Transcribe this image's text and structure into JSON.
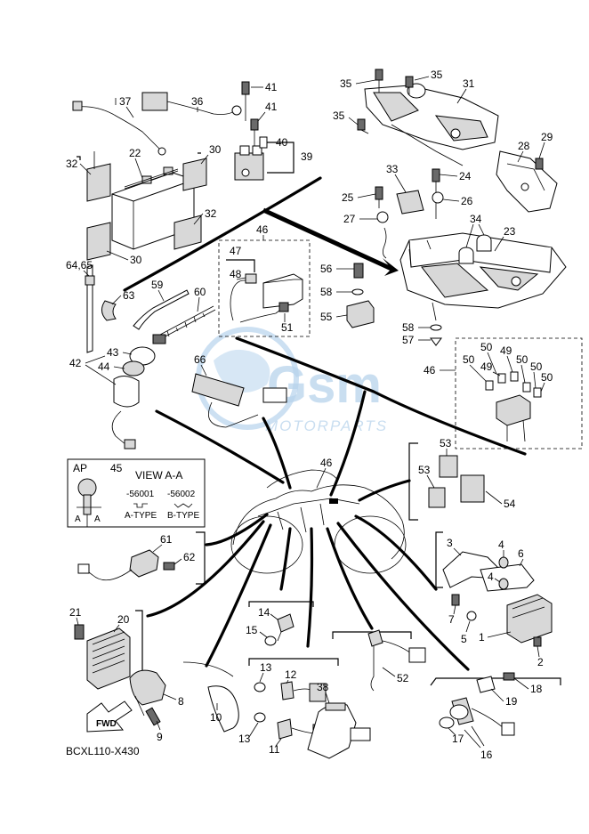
{
  "diagram_code": "BCXL110-X430",
  "fwd_label": "FWD",
  "watermark": {
    "brand": "Gsm",
    "sub": "MOTORPARTS"
  },
  "view_box": {
    "ap_label": "AP",
    "part": "45",
    "title": "VIEW A-A",
    "code_a": "-56001",
    "code_b": "-56002",
    "type_a": "A-TYPE",
    "type_b": "B-TYPE",
    "letter_a1": "A",
    "letter_a2": "A"
  },
  "callouts": {
    "c1": "1",
    "c2": "2",
    "c3": "3",
    "c4a": "4",
    "c4b": "4",
    "c5": "5",
    "c6": "6",
    "c7": "7",
    "c8": "8",
    "c9": "9",
    "c10": "10",
    "c11": "11",
    "c12": "12",
    "c13a": "13",
    "c13b": "13",
    "c14": "14",
    "c15": "15",
    "c16": "16",
    "c17": "17",
    "c18": "18",
    "c19": "19",
    "c20": "20",
    "c21": "21",
    "c22": "22",
    "c23": "23",
    "c24": "24",
    "c25": "25",
    "c26": "26",
    "c27": "27",
    "c28": "28",
    "c29": "29",
    "c30a": "30",
    "c30b": "30",
    "c31": "31",
    "c32a": "32",
    "c32b": "32",
    "c33": "33",
    "c34": "34",
    "c35a": "35",
    "c35b": "35",
    "c35c": "35",
    "c36": "36",
    "c37": "37",
    "c38": "38",
    "c39": "39",
    "c40": "40",
    "c41a": "41",
    "c41b": "41",
    "c42": "42",
    "c43": "43",
    "c44": "44",
    "c46a": "46",
    "c46b": "46",
    "c46c": "46",
    "c47": "47",
    "c48": "48",
    "c49a": "49",
    "c49b": "49",
    "c50a": "50",
    "c50b": "50",
    "c50c": "50",
    "c50d": "50",
    "c50e": "50",
    "c51": "51",
    "c52": "52",
    "c53a": "53",
    "c53b": "53",
    "c54": "54",
    "c55": "55",
    "c56": "56",
    "c57": "57",
    "c58a": "58",
    "c58b": "58",
    "c59": "59",
    "c60": "60",
    "c61": "61",
    "c62": "62",
    "c63": "63",
    "c64": "64,65",
    "c66": "66"
  }
}
